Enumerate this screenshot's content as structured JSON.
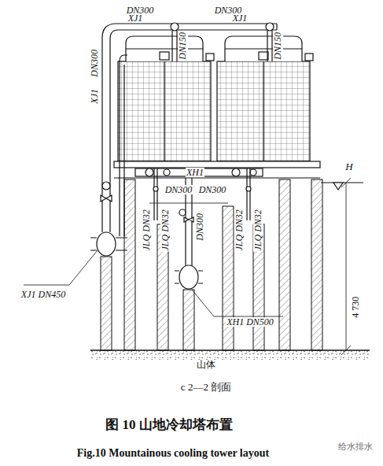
{
  "diagram": {
    "caption": "图 10 山地冷却塔布置",
    "labels": [
      "DN300",
      "DN300",
      "XJ1",
      "XJ1",
      "DN150",
      "DN150",
      "DN300",
      "XJ1",
      "XH1",
      "DN300",
      "DN300",
      "JLQ DN32",
      "JLQ DN32",
      "JLQ DN32",
      "JLQ DN32",
      "DN300",
      "XJ1 DN450",
      "XH1 DN500",
      "4 730",
      "H",
      "山体",
      "c 2—2 剖面",
      "Fig.10 Mountainous cooling tower layout",
      "给水排水"
    ]
  }
}
